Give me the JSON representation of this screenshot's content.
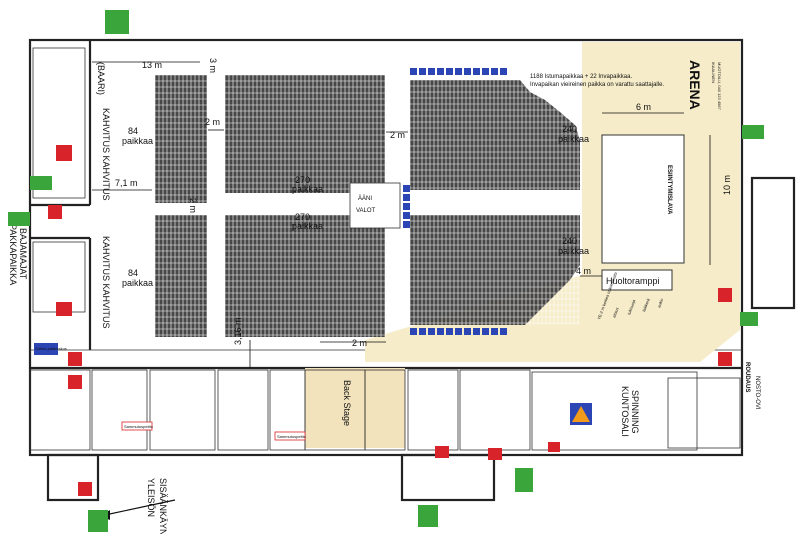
{
  "colors": {
    "stage_area": "#f6ecc9",
    "exit_sign": "#3aa53a",
    "fire_equipment": "#d9232a",
    "accessible_seat": "#2b45b5",
    "seat": "#333333",
    "backstage": "#f2e3bd"
  },
  "dimensions": {
    "d13m": "13 m",
    "d3m_top": "3 m",
    "d2m_left": "2 m",
    "d2m_right": "2 m",
    "d6m": "6 m",
    "d71m": "7,1 m",
    "d2m_aisle": "2 m",
    "d10m": "10 m",
    "d4m": "4 m",
    "d2m_bottom": "2 m",
    "d316m": "3,16 m"
  },
  "labels": {
    "baari": "(BAARI)",
    "kahvitus_top": "KAHVITUS KAHVITUS",
    "kahvitus_bottom": "KAHVITUS KAHVITUS",
    "tupakka": "TUPAKKAPAIKKA",
    "bajamajat": "BAJAMAJAT",
    "seats_84_top": "84",
    "seats_84_top_unit": "paikkaa",
    "seats_84_bottom": "84",
    "seats_84_bottom_unit": "paikkaa",
    "seats_270_top": "270",
    "seats_270_top_unit": "paikkaa",
    "seats_270_bottom": "270",
    "seats_270_bottom_unit": "paikkaa",
    "seats_240_top": "240",
    "seats_240_top_unit": "paikkaa",
    "seats_240_bottom": "240",
    "seats_240_bottom_unit": "paikkaa",
    "aani": "ÄÄNI",
    "valot": "VALOT",
    "info_line1": "1188 Istumapaikkaa + 22 Invapaikkaa.",
    "info_line2": "Invapaikan vieireinen paikka on varattu saattajalle.",
    "esiintymislava": "ESIINTYMISLAVA",
    "huoltoramppi": "Huoltoramppi",
    "back_stage": "Back Stage",
    "kuntosali": "KUNTOSALI",
    "spinning": "SPINNING",
    "roudaus": "ROUDAUS",
    "nosto_ovi": "NOSTO-OVI",
    "ylesion": "YLEISÖN",
    "sisaankaynti": "SISÄÄNKÄYNTI",
    "sahkopaakeskus": "Sähkö-pääkeskus",
    "sammutuspeitto1": "Sammutuspeitto",
    "sammutuspeitto2": "Sammutuspeitto",
    "arena_brand": "ARENA",
    "arena_line1": "IKAALINEN",
    "arena_line2": "MUOTOILU, 040 123 4567",
    "safety_note": "YE-2 m korkea näköesteaita",
    "safety_note2": "aitaus",
    "safety_note3": "tukisuoja",
    "safety_note4": "laikkerä",
    "safety_note5": "aukio"
  }
}
